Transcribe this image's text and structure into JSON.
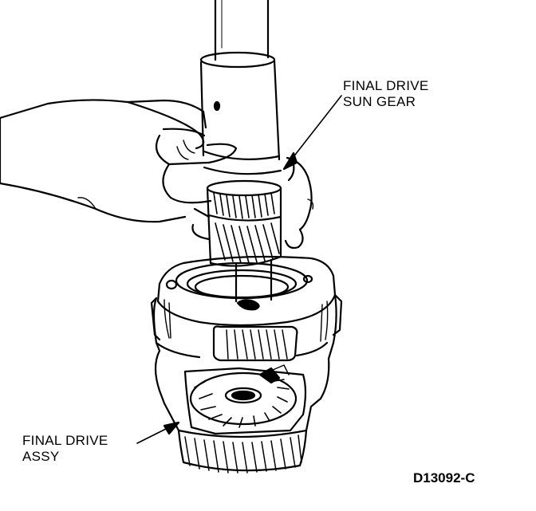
{
  "labels": {
    "sun_gear": [
      "FINAL DRIVE",
      "SUN GEAR"
    ],
    "assembly": [
      "FINAL DRIVE",
      "ASSY"
    ]
  },
  "figure_id": "D13092-C",
  "colors": {
    "ink": "#000000",
    "paper": "#ffffff"
  }
}
